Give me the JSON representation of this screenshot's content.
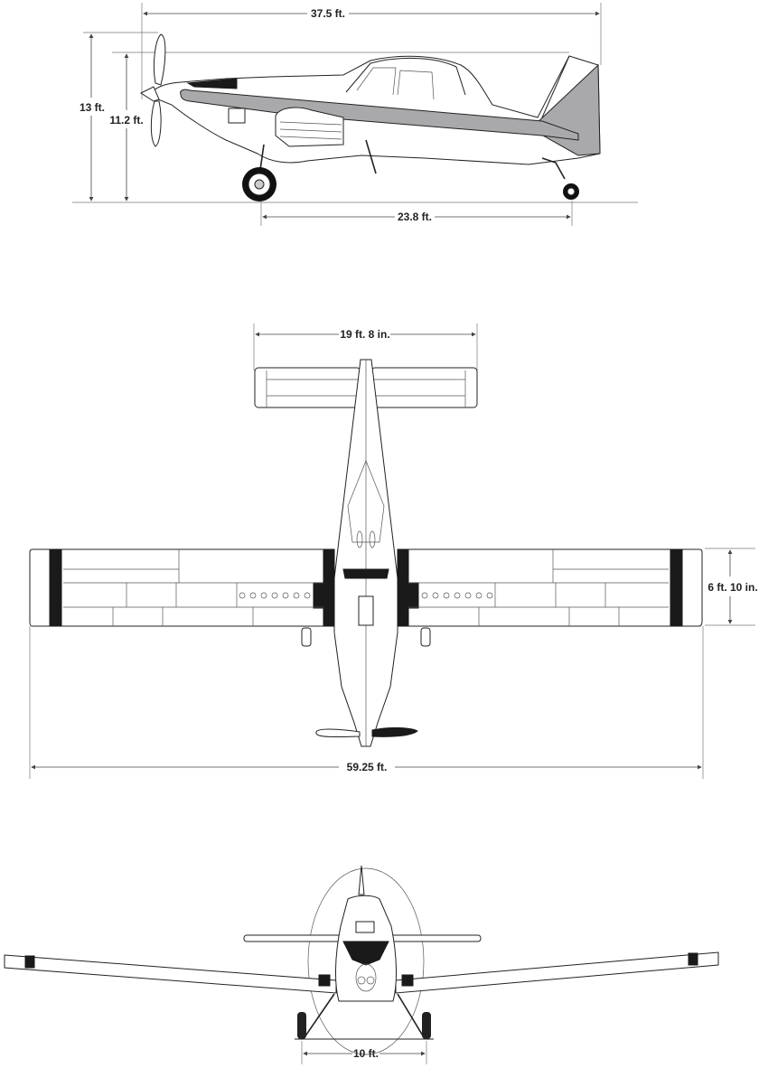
{
  "drawing": {
    "type": "aircraft three-view dimension drawing",
    "colors": {
      "line": "#222222",
      "fill_dark": "#1a1a1a",
      "fill_gray": "#a9a9ab",
      "background": "#ffffff"
    }
  },
  "side_view": {
    "length_label": "37.5 ft.",
    "height_label": "13 ft.",
    "tail_height_label": "11.2 ft.",
    "wheelbase_label": "23.8 ft."
  },
  "top_view": {
    "stabilizer_span_label": "19 ft. 8 in.",
    "wing_chord_label": "6 ft. 10 in.",
    "wingspan_label": "59.25 ft."
  },
  "front_view": {
    "track_label": "10 ft."
  }
}
